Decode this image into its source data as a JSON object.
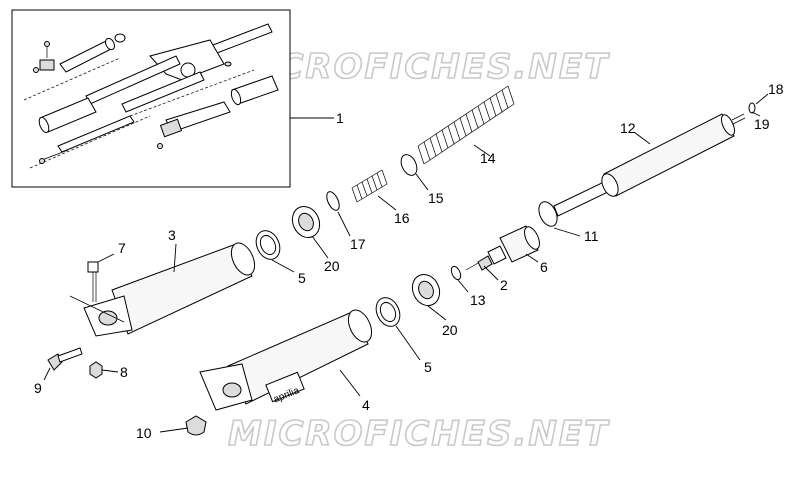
{
  "watermark": {
    "text": "MICROFICHES.NET"
  },
  "callouts": [
    {
      "id": "1",
      "label": "1"
    },
    {
      "id": "2",
      "label": "2"
    },
    {
      "id": "3",
      "label": "3"
    },
    {
      "id": "4",
      "label": "4"
    },
    {
      "id": "5a",
      "label": "5"
    },
    {
      "id": "5b",
      "label": "5"
    },
    {
      "id": "6",
      "label": "6"
    },
    {
      "id": "7",
      "label": "7"
    },
    {
      "id": "8",
      "label": "8"
    },
    {
      "id": "9",
      "label": "9"
    },
    {
      "id": "10",
      "label": "10"
    },
    {
      "id": "11",
      "label": "11"
    },
    {
      "id": "12",
      "label": "12"
    },
    {
      "id": "13",
      "label": "13"
    },
    {
      "id": "14",
      "label": "14"
    },
    {
      "id": "15",
      "label": "15"
    },
    {
      "id": "16",
      "label": "16"
    },
    {
      "id": "17",
      "label": "17"
    },
    {
      "id": "18",
      "label": "18"
    },
    {
      "id": "19",
      "label": "19"
    },
    {
      "id": "20a",
      "label": "20"
    },
    {
      "id": "20b",
      "label": "20"
    }
  ],
  "slider_brand": "aprilia"
}
